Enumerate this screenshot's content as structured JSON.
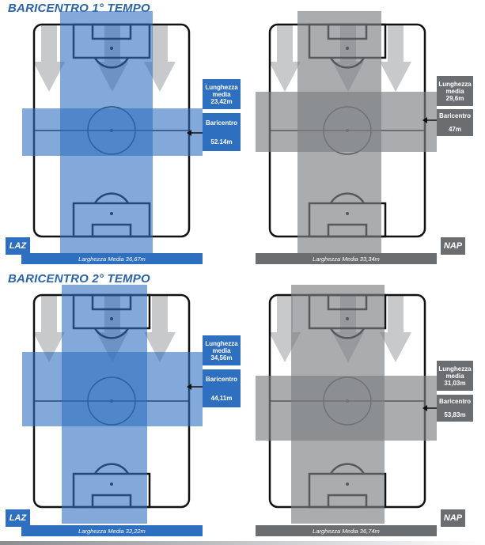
{
  "sections": [
    {
      "title": "BARICENTRO 1° TEMPO",
      "panels": [
        {
          "team": "LAZ",
          "theme": "blue",
          "length_label": "Lunghezza media",
          "length_value": "23,42m",
          "baricentro_label": "Baricentro",
          "baricentro_value": "52.14m",
          "width_label": "Larghezza Media 36,67m"
        },
        {
          "team": "NAP",
          "theme": "grey",
          "length_label": "Lunghezza media",
          "length_value": "29,6m",
          "baricentro_label": "Baricentro",
          "baricentro_value": "47m",
          "width_label": "Larghezza Media 33,34m"
        }
      ]
    },
    {
      "title": "BARICENTRO 2° TEMPO",
      "panels": [
        {
          "team": "LAZ",
          "theme": "blue",
          "length_label": "Lunghezza media",
          "length_value": "34,56m",
          "baricentro_label": "Baricentro",
          "baricentro_value": "44,11m",
          "width_label": "Larghezza Media 32,22m"
        },
        {
          "team": "NAP",
          "theme": "grey",
          "length_label": "Lunghezza media",
          "length_value": "31,03m",
          "baricentro_label": "Baricentro",
          "baricentro_value": "53,83m",
          "width_label": "Larghezza Media 36,74m"
        }
      ]
    }
  ],
  "colors": {
    "blue": "#2f6fbf",
    "blue_fill": "#3b7fcf",
    "grey": "#6b6e70",
    "grey_fill": "#7d8082",
    "title": "#2a63a8"
  }
}
